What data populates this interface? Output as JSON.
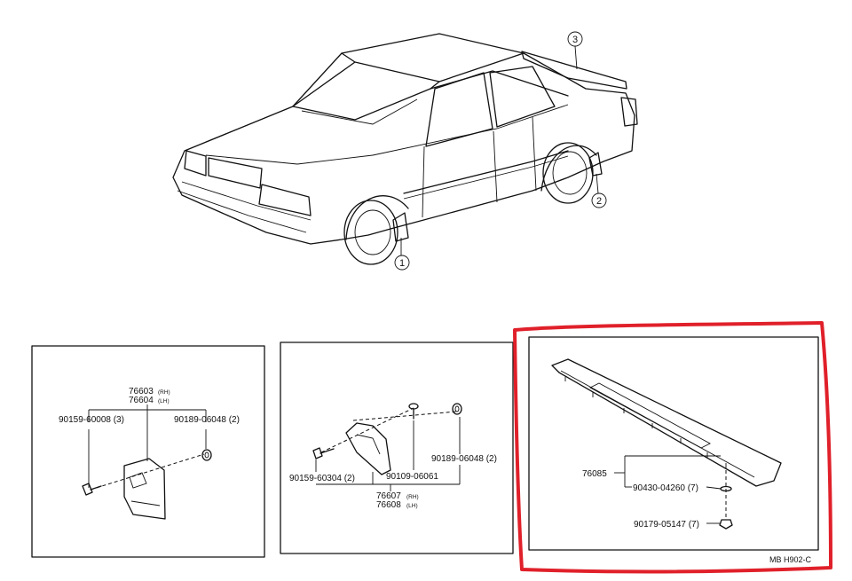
{
  "callouts": {
    "c1": "1",
    "c2": "2",
    "c3": "3"
  },
  "panel1": {
    "part_main": "76603",
    "part_main_side": "(RH)",
    "part_alt": "76604",
    "part_alt_side": "(LH)",
    "screw": "90159-60008 (3)",
    "nut": "90189-06048 (2)"
  },
  "panel2": {
    "screw": "90159-60304 (2)",
    "clip": "90109-06061",
    "nut": "90189-06048 (2)",
    "part_main": "76607",
    "part_main_side": "(RH)",
    "part_alt": "76608",
    "part_alt_side": "(LH)"
  },
  "panel3": {
    "spoiler": "76085",
    "screw": "90430-04260 (7)",
    "nut": "90179-05147 (7)",
    "code": "MB H902-C"
  },
  "highlight_color": "#e0202a"
}
